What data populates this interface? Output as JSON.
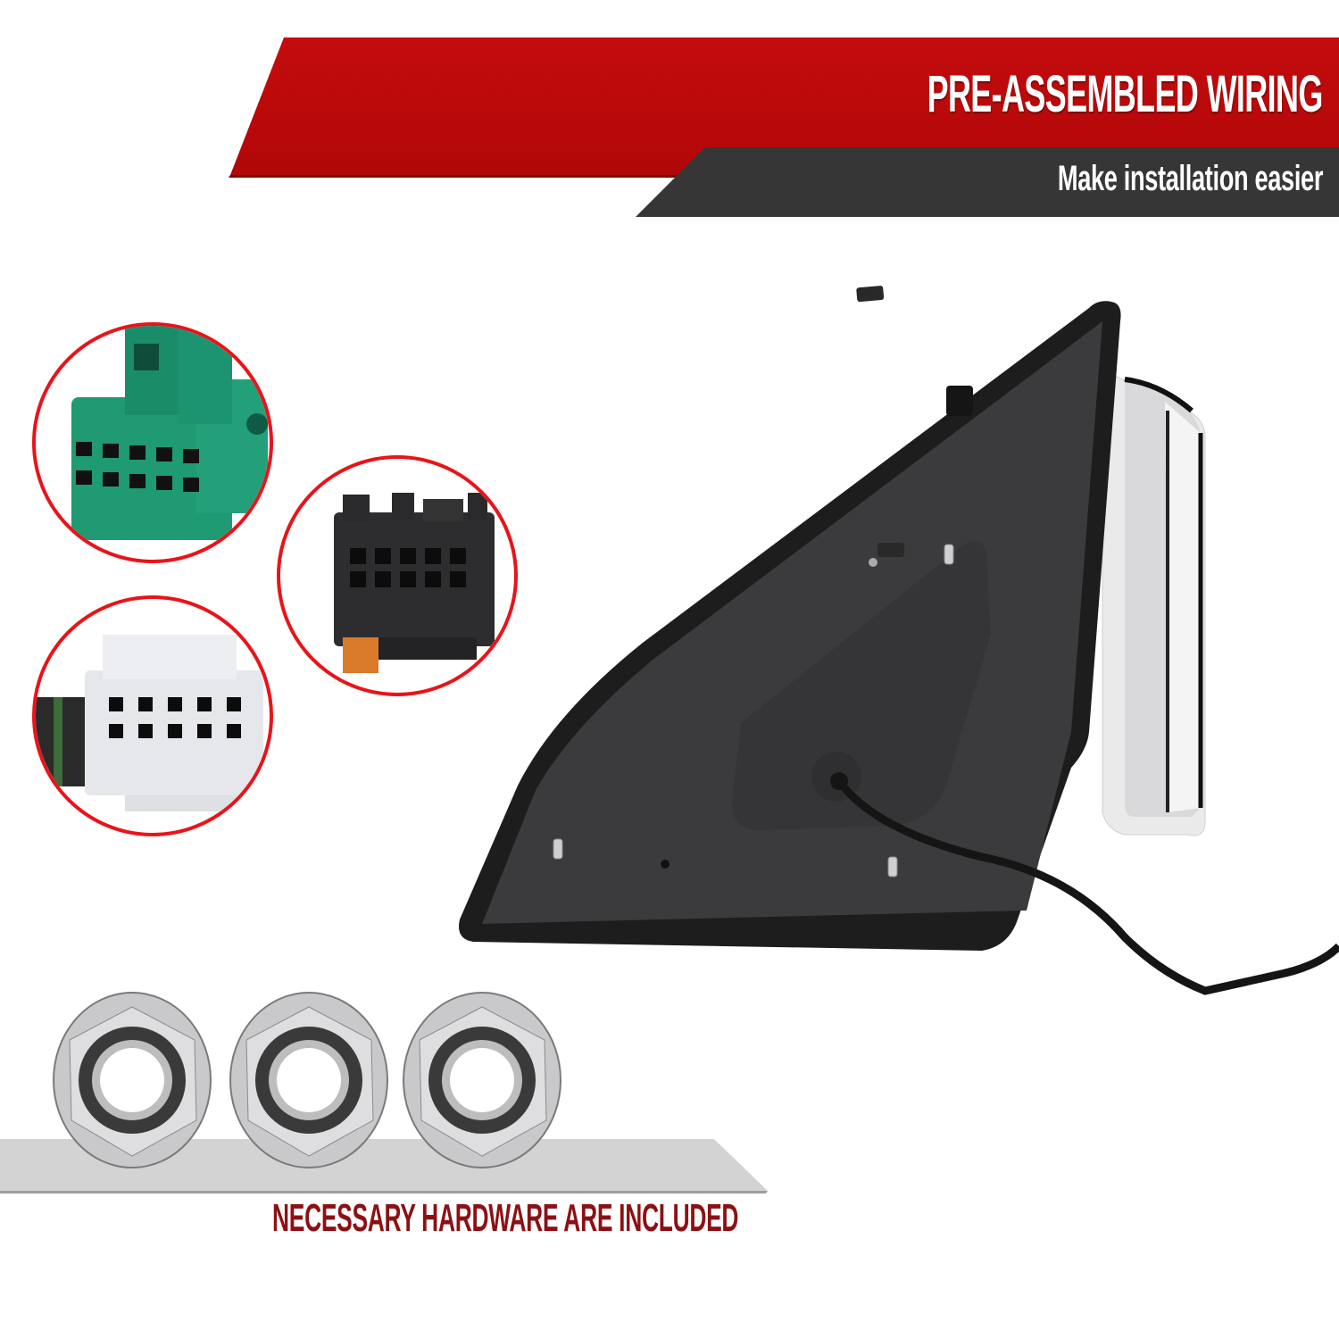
{
  "banner": {
    "headline": "PRE-ASSEMBLED WIRING",
    "subline": "Make installation easier",
    "colors": {
      "red": "#bd0a0b",
      "dark": "#363636",
      "text": "#ffffff"
    }
  },
  "connectors": [
    {
      "name": "green-connector",
      "color": "#1f9a72",
      "pins_rows": 2,
      "pins_cols": 5
    },
    {
      "name": "black-connector",
      "color": "#2d2d2f",
      "pins_rows": 2,
      "pins_cols": 5
    },
    {
      "name": "white-connector",
      "color": "#e4e6ea",
      "pins_rows": 2,
      "pins_cols": 5
    }
  ],
  "connector_ring_color": "#e8141a",
  "product": {
    "name": "side-mirror",
    "housing_color": "#3a3a3c",
    "mirror_color": "#e9e9ea"
  },
  "hardware": {
    "nut_count": 3,
    "caption": "NECESSARY HARDWARE ARE INCLUDED",
    "caption_color": "#8c1114",
    "shelf_color": "#d3d3d3"
  }
}
